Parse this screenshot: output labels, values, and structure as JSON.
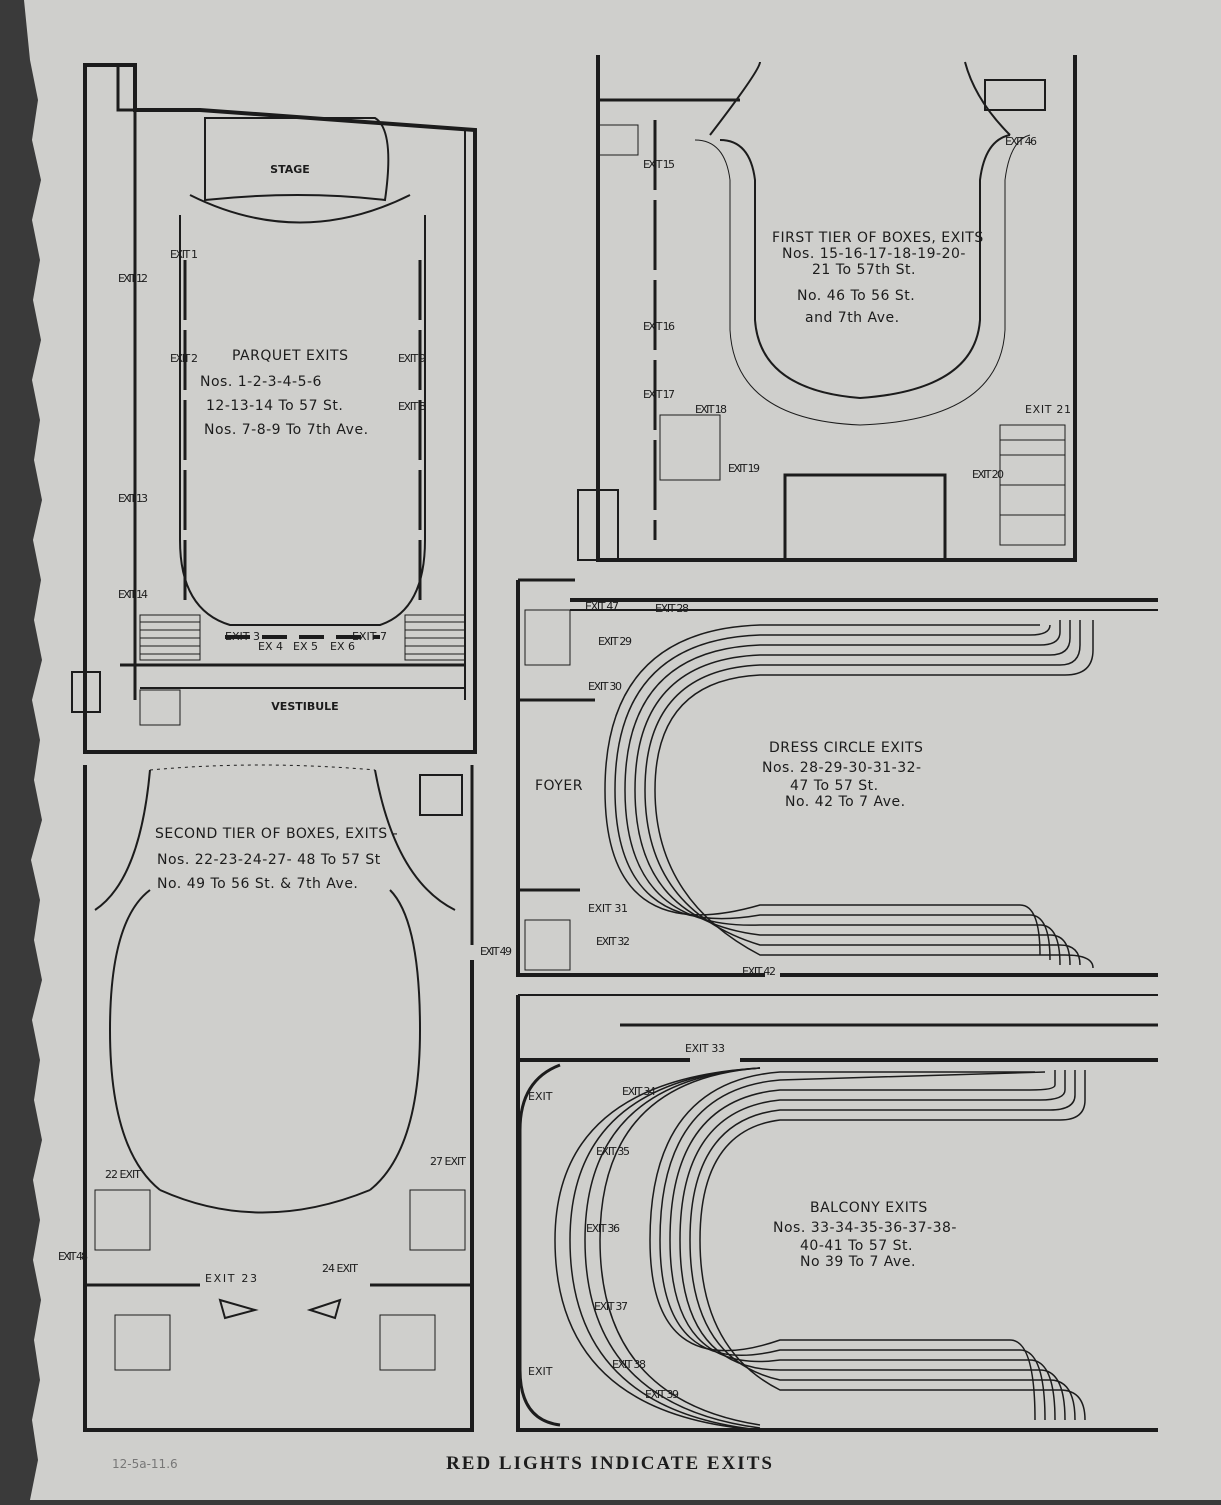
{
  "footer": {
    "caption": "RED LIGHTS INDICATE EXITS",
    "pencil_note": "12-5a-11.6"
  },
  "parquet": {
    "stage": "STAGE",
    "vestibule": "VESTIBULE",
    "title": "PARQUET EXITS",
    "lines": [
      "Nos. 1-2-3-4-5-6",
      "12-13-14 To 57 St.",
      "Nos. 7-8-9 To 7th Ave."
    ],
    "exits": [
      "EXIT 1",
      "EXIT 2",
      "EXIT 9",
      "EXIT 8",
      "EXIT 12",
      "EXIT 13",
      "EXIT 14",
      "EXIT 3",
      "EX 4",
      "EX 5",
      "EX 6",
      "EXIT 7"
    ]
  },
  "first_tier": {
    "title": "FIRST TIER OF BOXES, EXITS",
    "lines": [
      "Nos. 15-16-17-18-19-20-",
      "21 To 57th St.",
      "No. 46 To 56 St.",
      "and 7th Ave."
    ],
    "exits": [
      "EXIT 15",
      "EXIT 16",
      "EXIT 17",
      "EXIT 18",
      "EXIT 19",
      "EXIT 46",
      "EXIT 21",
      "EXIT 20"
    ]
  },
  "dress_circle": {
    "title": "DRESS CIRCLE EXITS",
    "lines": [
      "Nos. 28-29-30-31-32-",
      "47 To 57 St.",
      "No. 42 To 7 Ave."
    ],
    "foyer": "FOYER",
    "exits": [
      "EXIT 47",
      "EXIT 28",
      "EXIT 29",
      "EXIT 30",
      "EXIT 31",
      "EXIT 32",
      "EXIT 42"
    ]
  },
  "second_tier": {
    "title": "SECOND TIER OF BOXES, EXITS -",
    "lines": [
      "Nos. 22-23-24-27- 48 To 57 St",
      "No. 49 To 56 St. & 7th Ave."
    ],
    "exits": [
      "EXIT 49",
      "22 EXIT",
      "27 EXIT",
      "EXIT 48",
      "EXIT 23",
      "24 EXIT"
    ]
  },
  "balcony": {
    "title": "BALCONY EXITS",
    "lines": [
      "Nos. 33-34-35-36-37-38-",
      "40-41 To 57 St.",
      "No 39 To 7 Ave."
    ],
    "exits": [
      "EXIT 33",
      "EXIT",
      "EXIT 34",
      "EXIT 35",
      "EXIT 36",
      "EXIT 37",
      "EXIT 38",
      "EXIT",
      "EXIT 39"
    ]
  },
  "colors": {
    "paper": "#cfcfcc",
    "ink": "#1c1c1c",
    "backdrop": "#3a3a3a"
  }
}
